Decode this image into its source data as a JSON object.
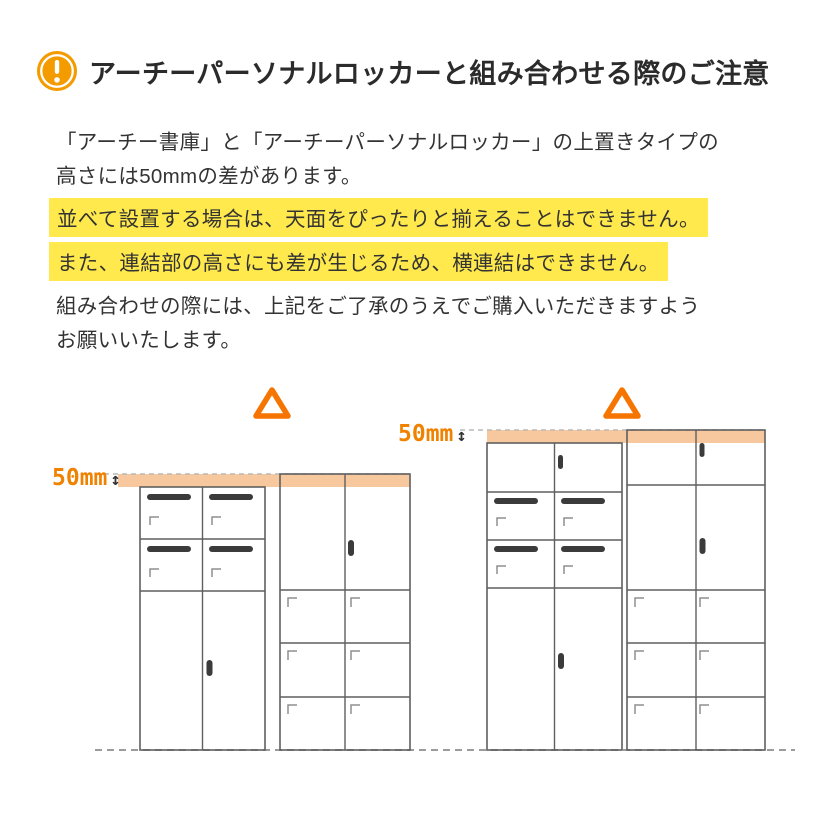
{
  "header": {
    "title": "アーチーパーソナルロッカーと組み合わせる際のご注意"
  },
  "notice": {
    "intro_line1": "「アーチー書庫」と「アーチーパーソナルロッカー」の上置きタイプの",
    "intro_line2": "高さには50mmの差があります。",
    "warning_line1": "並べて設置する場合は、天面をぴったりと揃えることはできません。",
    "warning_line2": "また、連結部の高さにも差が生じるため、横連結はできません。",
    "closing_line1": "組み合わせの際には、上記をご了承のうえでご購入いただきますよう",
    "closing_line2": "お願いいたします。"
  },
  "diagram": {
    "gap_label_left": "50mm",
    "gap_label_right": "50mm",
    "gap_arrow": "↕"
  },
  "colors": {
    "accent_orange": "#ef8200",
    "triangle_orange": "#f57500",
    "warning_icon_orange": "#f49b00",
    "highlight_yellow": "#ffe94d",
    "gap_band_fill": "#f7c79d",
    "cabinet_outline": "#5f5f5f"
  }
}
